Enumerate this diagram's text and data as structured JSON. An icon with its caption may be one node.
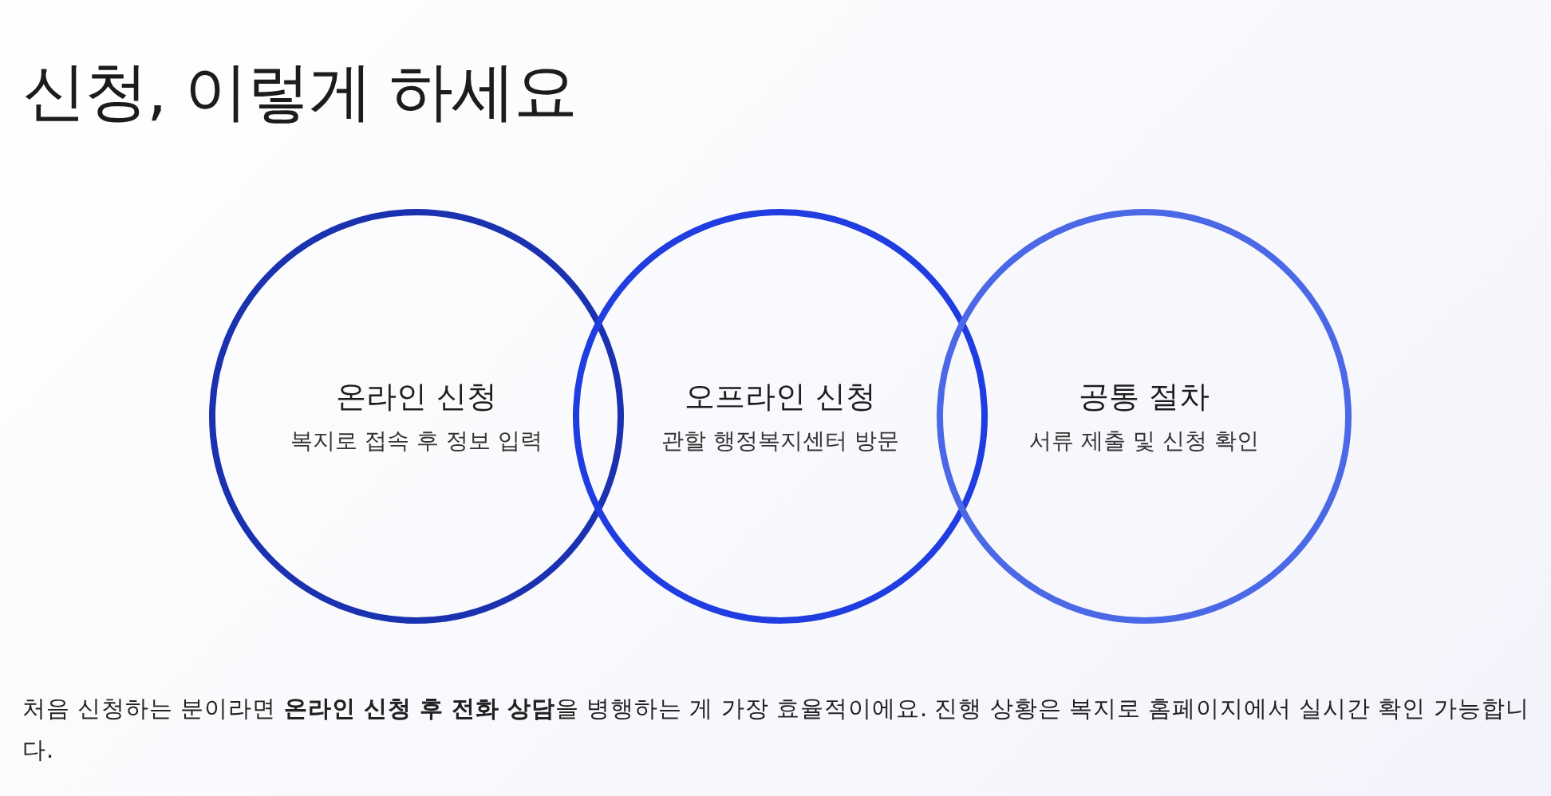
{
  "diagram": {
    "title": "신청, 이렇게 하세요",
    "nodes": [
      {
        "text": [
          "온라인 신청",
          "복지로 접속 후 정보 입력"
        ]
      },
      {
        "text": [
          "오프라인 신청",
          "관할 행정복지센터 방문"
        ]
      },
      {
        "text": [
          "공통 절차",
          "서류 제출 및 신청 확인"
        ]
      }
    ],
    "caption": "처음 신청하는 분이라면 **온라인 신청 후 전화 상담**을 병행하는 게 가장 효율적이에요. 진행 상황은 복지로 홈페이지에서 실시간 확인 가능합니다."
  }
}
